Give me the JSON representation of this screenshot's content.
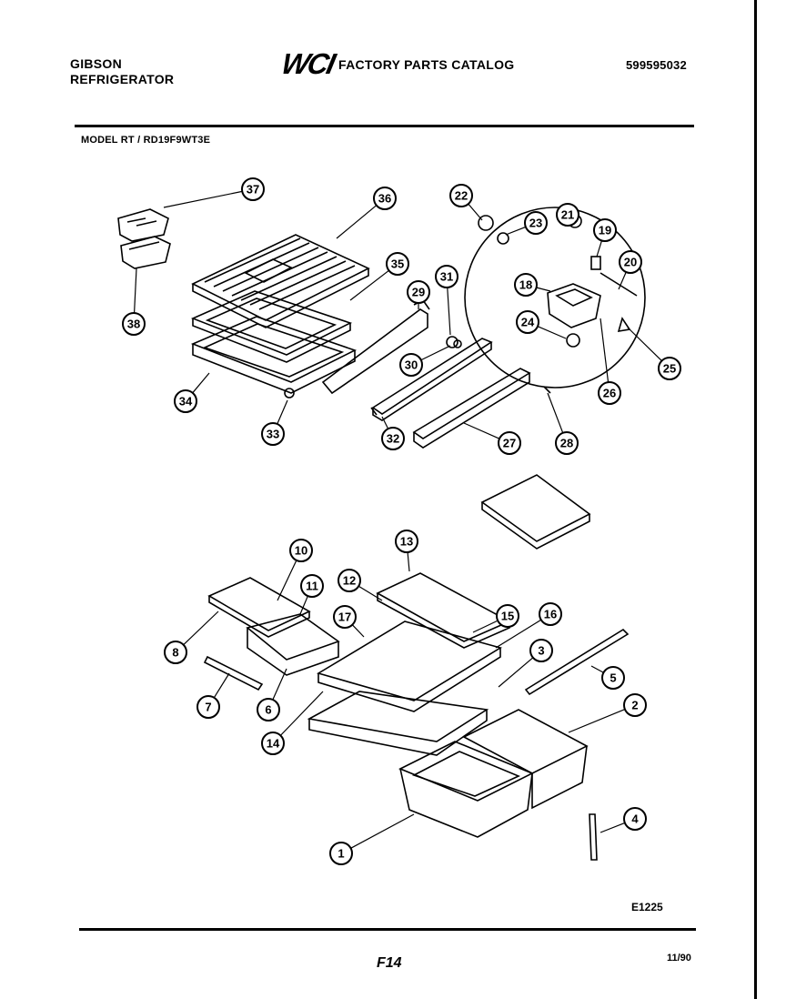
{
  "header": {
    "brand_line1": "GIBSON",
    "brand_line2": "REFRIGERATOR",
    "logo_text": "WCI",
    "catalog_title": "FACTORY PARTS CATALOG",
    "catalog_number": "599595032",
    "model": "MODEL RT / RD19F9WT3E"
  },
  "callouts": [
    "37",
    "36",
    "22",
    "23",
    "21",
    "19",
    "20",
    "18",
    "35",
    "29",
    "31",
    "24",
    "25",
    "30",
    "26",
    "34",
    "33",
    "32",
    "27",
    "28",
    "38",
    "13",
    "10",
    "11",
    "12",
    "15",
    "16",
    "17",
    "3",
    "8",
    "7",
    "6",
    "14",
    "5",
    "2",
    "4",
    "1"
  ],
  "footer": {
    "diagram_code": "E1225",
    "page": "F14",
    "date": "11/90"
  }
}
